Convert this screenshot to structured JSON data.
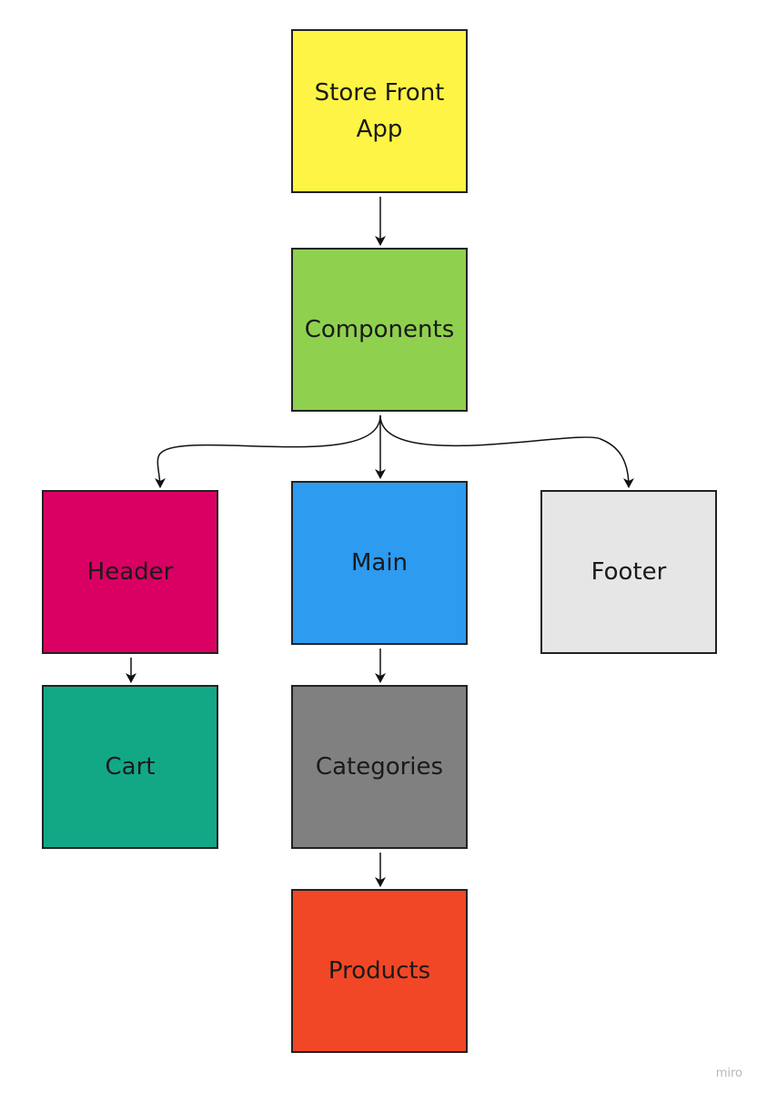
{
  "nodes": {
    "store_front_app": {
      "label": "Store Front\nApp",
      "color": "#FEF445"
    },
    "components": {
      "label": "Components",
      "color": "#8FD14F"
    },
    "header": {
      "label": "Header",
      "color": "#DA0063"
    },
    "main": {
      "label": "Main",
      "color": "#2D9BF0"
    },
    "footer": {
      "label": "Footer",
      "color": "#E6E6E6"
    },
    "cart": {
      "label": "Cart",
      "color": "#12A886"
    },
    "categories": {
      "label": "Categories",
      "color": "#808080"
    },
    "products": {
      "label": "Products",
      "color": "#F24726"
    }
  },
  "edges": [
    {
      "from": "store_front_app",
      "to": "components"
    },
    {
      "from": "components",
      "to": "header"
    },
    {
      "from": "components",
      "to": "main"
    },
    {
      "from": "components",
      "to": "footer"
    },
    {
      "from": "header",
      "to": "cart"
    },
    {
      "from": "main",
      "to": "categories"
    },
    {
      "from": "categories",
      "to": "products"
    }
  ],
  "watermark": "miro"
}
